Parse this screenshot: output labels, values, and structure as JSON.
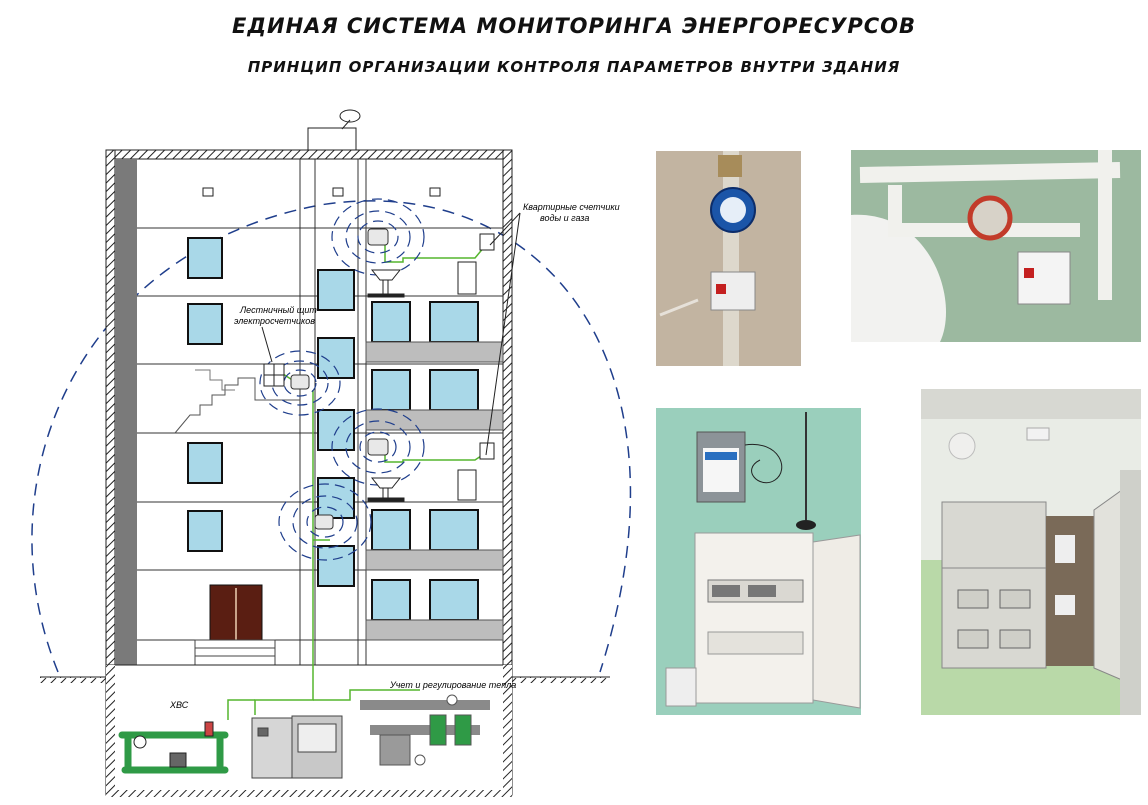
{
  "header": {
    "title": "ЕДИНАЯ СИСТЕМА МОНИТОРИНГА ЭНЕРГОРЕСУРСОВ",
    "subtitle": "ПРИНЦИП ОРГАНИЗАЦИИ КОНТРОЛЯ ПАРАМЕТРОВ ВНУТРИ ЗДАНИЯ"
  },
  "diagram": {
    "label_meters_line1": "Квартирные счетчики",
    "label_meters_line2": "воды и газа",
    "label_panel_line1": "Лестничный щит",
    "label_panel_line2": "электросчетчиков",
    "label_cold_water": "ХВС",
    "label_heat": "Учет и регулирование тепла"
  },
  "colors": {
    "window": "#a9d8e8",
    "wall": "#7a7a7a",
    "signal": "#1f3e8c",
    "wire": "#55b52e",
    "pipe": "#2f9a46"
  }
}
